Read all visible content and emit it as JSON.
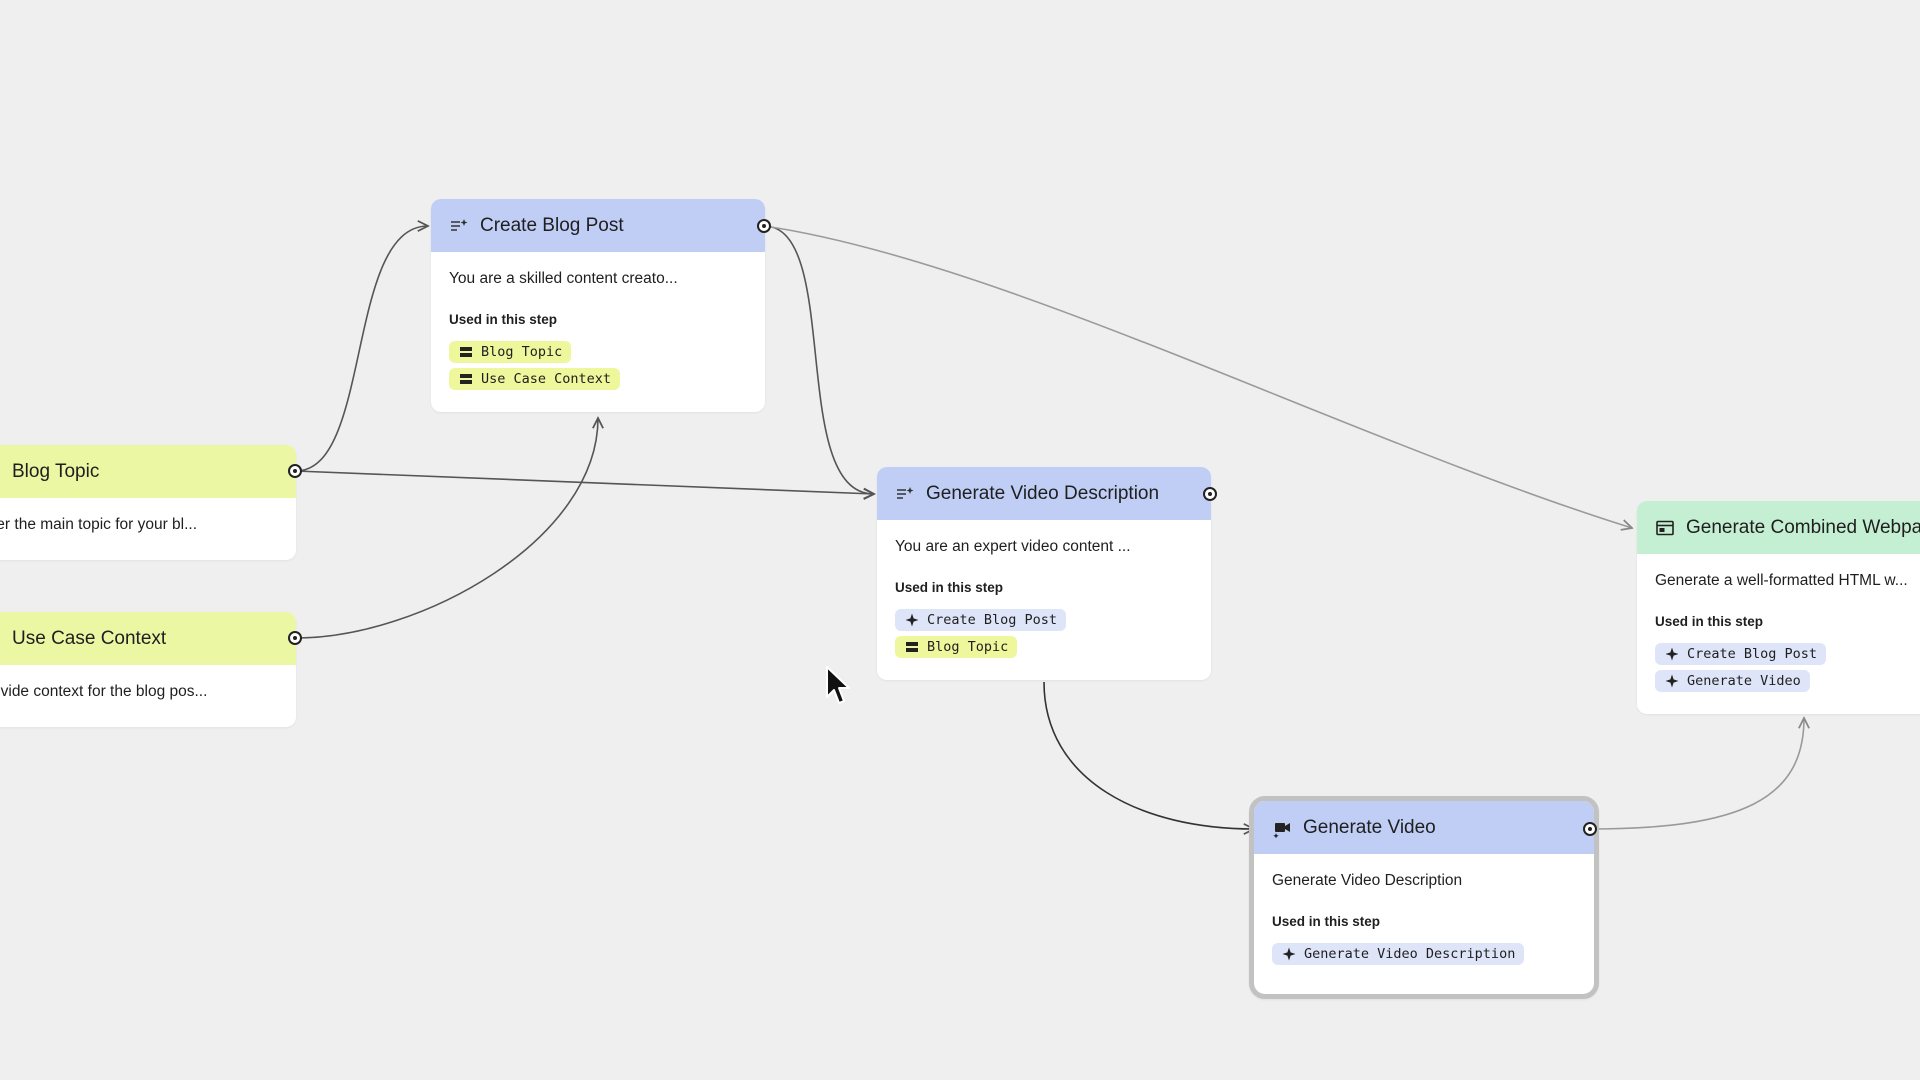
{
  "nodes": {
    "blog_topic": {
      "title": "Blog Topic",
      "description": "ter the main topic for your bl...",
      "kind": "input",
      "icon": "input-field-icon"
    },
    "use_case_context": {
      "title": "Use Case Context",
      "description": "ovide context for the blog pos...",
      "kind": "input",
      "icon": "input-field-icon"
    },
    "create_blog_post": {
      "title": "Create Blog Post",
      "description": "You are a skilled content creato...",
      "used_label": "Used in this step",
      "chips": [
        "Blog Topic",
        "Use Case Context"
      ],
      "kind": "step",
      "icon": "text-sparkle-icon"
    },
    "generate_video_description": {
      "title": "Generate Video Description",
      "description": "You are an expert video content ...",
      "used_label": "Used in this step",
      "chips": [
        "Create Blog Post",
        "Blog Topic"
      ],
      "kind": "step",
      "icon": "text-sparkle-icon"
    },
    "generate_video": {
      "title": "Generate Video",
      "description": "Generate Video Description",
      "used_label": "Used in this step",
      "chips": [
        "Generate Video Description"
      ],
      "kind": "step",
      "icon": "video-generate-icon"
    },
    "generate_combined_webpage": {
      "title": "Generate Combined Webpa",
      "description": "Generate a well-formatted HTML w...",
      "used_label": "Used in this step",
      "chips": [
        "Create Blog Post",
        "Generate Video"
      ],
      "kind": "output",
      "icon": "webpage-icon"
    }
  },
  "colors": {
    "canvas": "#efefef",
    "input_header": "#ecf7a4",
    "step_header": "#c0cef6",
    "output_header": "#c4efd2",
    "input_chip": "#eef79c",
    "step_chip": "#dfe5f9",
    "edge": "#555555",
    "selection_border": "#c2c2c2"
  }
}
